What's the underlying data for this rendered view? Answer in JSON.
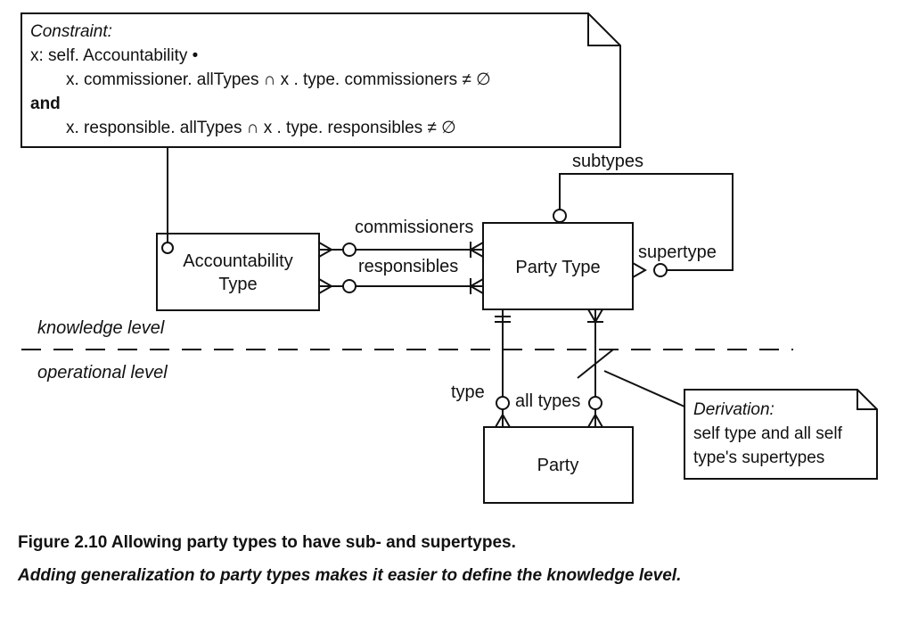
{
  "constraint_note": {
    "title": "Constraint:",
    "line1": "x: self. Accountability •",
    "line2": "x. commissioner. allTypes ∩ x . type. commissioners ≠ ∅",
    "and": "and",
    "line3": "x. responsible. allTypes ∩ x . type. responsibles ≠ ∅"
  },
  "entities": {
    "accountability_type_line1": "Accountability",
    "accountability_type_line2": "Type",
    "party_type": "Party Type",
    "party": "Party"
  },
  "roles": {
    "subtypes": "subtypes",
    "commissioners": "commissioners",
    "responsibles": "responsibles",
    "supertype": "supertype",
    "type": "type",
    "all_types": "all types"
  },
  "levels": {
    "knowledge": "knowledge level",
    "operational": "operational level"
  },
  "derivation_note": {
    "title": "Derivation:",
    "line1": "self type and all self",
    "line2": "type's supertypes"
  },
  "caption": {
    "figure": "Figure 2.10   Allowing party types to have sub- and supertypes.",
    "description": "Adding generalization to party types makes it easier to define the knowledge level."
  }
}
